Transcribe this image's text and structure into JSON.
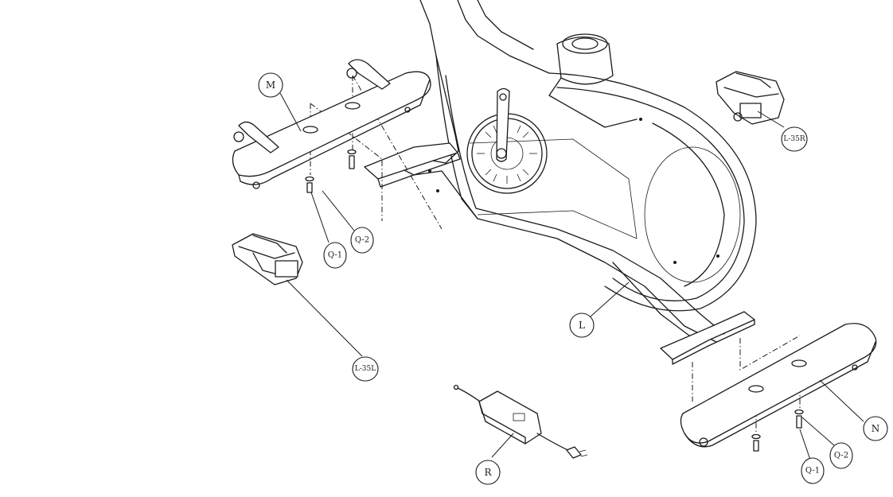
{
  "diagram": {
    "callouts": {
      "M": "M",
      "Q1_left": "Q-1",
      "Q2_left": "Q-2",
      "L35L": "L-35L",
      "L35R": "L-35R",
      "L": "L",
      "R": "R",
      "N": "N",
      "Q1_right": "Q-1",
      "Q2_right": "Q-2"
    }
  }
}
